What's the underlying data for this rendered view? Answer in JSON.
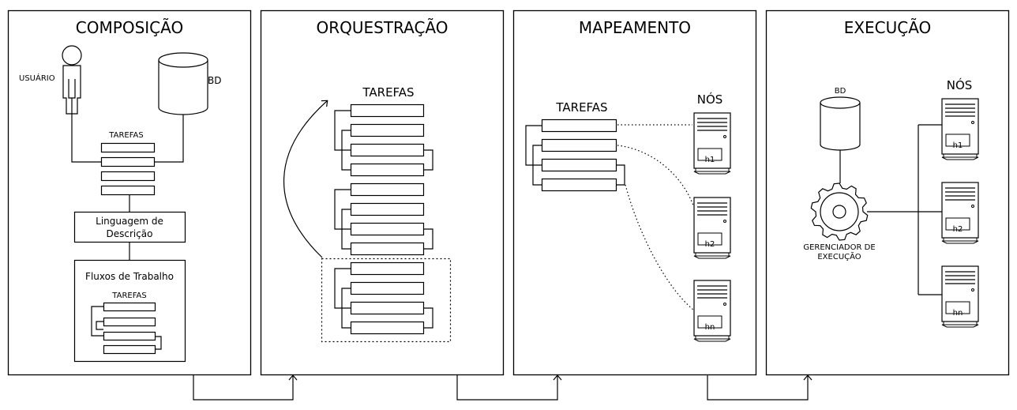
{
  "panels": {
    "composicao": {
      "title": "COMPOSIÇÃO",
      "usuario": "USUÁRIO",
      "bd": "BD",
      "tarefas": "TAREFAS",
      "linguagem_line1": "Linguagem de",
      "linguagem_line2": "Descrição",
      "fluxos": "Fluxos de Trabalho",
      "fluxos_tarefas": "TAREFAS"
    },
    "orquestracao": {
      "title": "ORQUESTRAÇÃO",
      "tarefas": "TAREFAS"
    },
    "mapeamento": {
      "title": "MAPEAMENTO",
      "tarefas": "TAREFAS",
      "nos": "NÓS",
      "nodes": [
        "h1",
        "h2",
        "hn"
      ]
    },
    "execucao": {
      "title": "EXECUÇÃO",
      "bd": "BD",
      "nos": "NÓS",
      "gerenciador_line1": "GERENCIADOR DE",
      "gerenciador_line2": "EXECUÇÃO",
      "nodes": [
        "h1",
        "h2",
        "hn"
      ]
    }
  },
  "colors": {
    "stroke": "#000000",
    "background": "#ffffff"
  }
}
